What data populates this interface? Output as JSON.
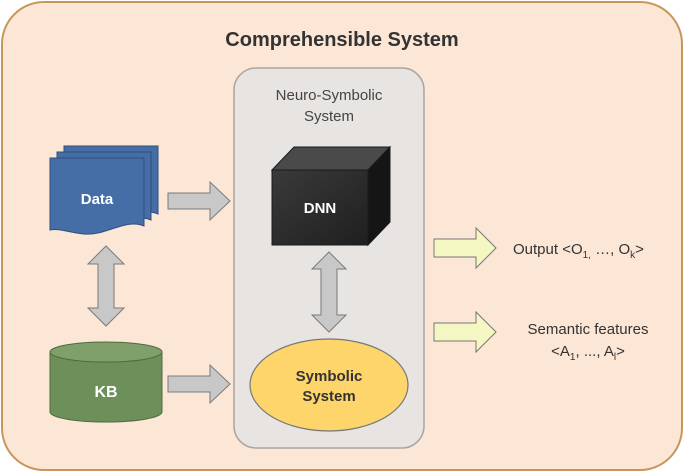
{
  "title": "Comprehensible System",
  "neuro_symbolic": {
    "line1": "Neuro-Symbolic",
    "line2": "System"
  },
  "data_label": "Data",
  "kb_label": "KB",
  "dnn_label": "DNN",
  "symbolic": {
    "line1": "Symbolic",
    "line2": "System"
  },
  "output": {
    "prefix": "Output <O",
    "sub1": "1,",
    "mid": " …, O",
    "subk": "k",
    "suffix": ">"
  },
  "semantic": {
    "line1": "Semantic features",
    "prefix": "<A",
    "sub1": "1",
    "mid": ", ..., A",
    "subl": "l",
    "suffix": ">"
  },
  "colors": {
    "outer_fill": "#fce6d5",
    "outer_stroke": "#c7965b",
    "ns_fill": "#e8e4e2",
    "ns_stroke": "#a8a5a3",
    "data_fill": "#456da6",
    "kb_fill": "#6d8f59",
    "dnn_fill": "#2b2b2b",
    "symbolic_fill": "#fdd56b",
    "gray_arrow": "#c8c8c8",
    "yellow_arrow": "#f4f7c2"
  }
}
